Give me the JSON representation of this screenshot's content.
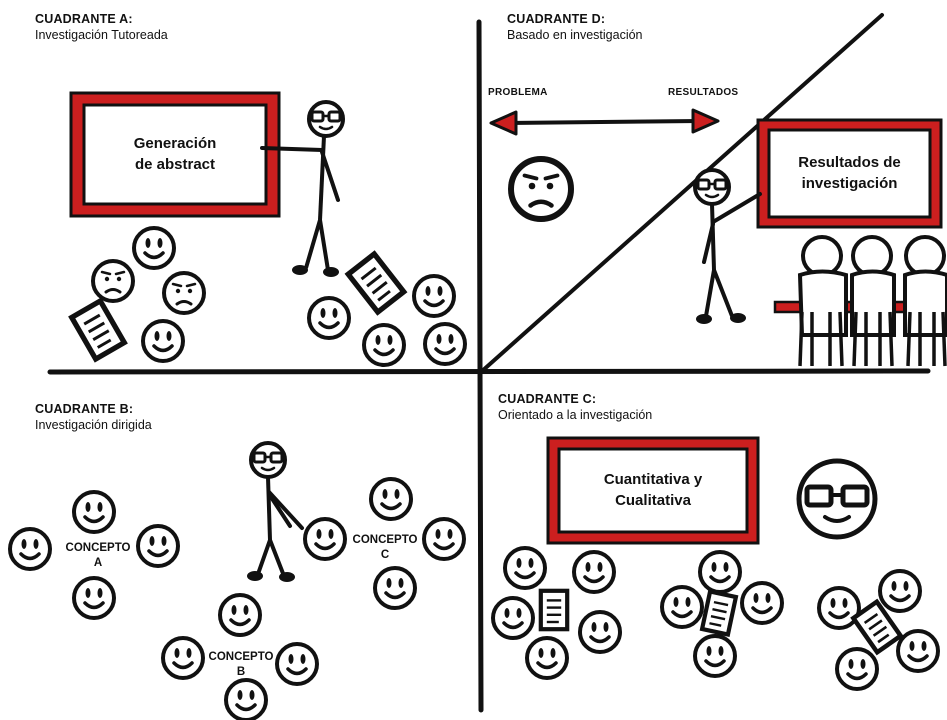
{
  "colors": {
    "ink": "#111111",
    "accent": "#cc1f1f",
    "paper": "#ffffff"
  },
  "quadrant_a": {
    "title": "CUADRANTE A:",
    "subtitle": "Investigación Tutoreada",
    "board_text": "Generación\nde abstract"
  },
  "quadrant_b": {
    "title": "CUADRANTE B:",
    "subtitle": "Investigación dirigida",
    "concepts": [
      "CONCEPTO\nA",
      "CONCEPTO\nB",
      "CONCEPTO\nC"
    ]
  },
  "quadrant_c": {
    "title": "CUADRANTE C:",
    "subtitle": "Orientado a la investigación",
    "board_text": "Cuantitativa y\nCualitativa"
  },
  "quadrant_d": {
    "title": "CUADRANTE D:",
    "subtitle": "Basado en investigación",
    "board_text": "Resultados de\ninvestigación",
    "arrow_left_label": "PROBLEMA",
    "arrow_right_label": "RESULTADOS"
  }
}
